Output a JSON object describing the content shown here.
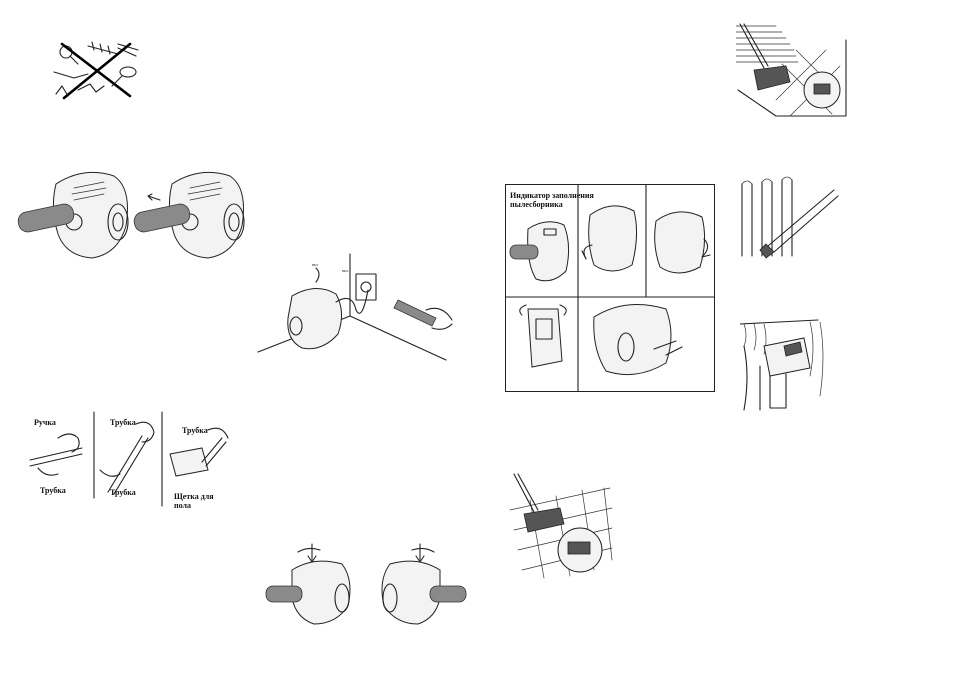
{
  "labels": {
    "handle": "Ручка",
    "tube_handle": "Трубка",
    "tube_upper": "Трубка",
    "tube_lower": "Трубка",
    "tube_brush": "Трубка",
    "floor_brush_line1": "Щетка для",
    "floor_brush_line2": "пола",
    "indicator_line1": "Индикатор заполнения",
    "indicator_line2": "пылесборника"
  },
  "icons": [
    "no-tools-icon",
    "hose-insert-icon",
    "power-plug-icon",
    "tube-assembly-icon",
    "dust-indicator-icon",
    "carpet-brush-icon",
    "radiator-crevice-icon",
    "curtain-brush-icon",
    "floor-tile-brush-icon",
    "cord-rewind-icon"
  ],
  "colors": {
    "line": "#222222",
    "hose": "#8a8a8a",
    "background": "#ffffff"
  }
}
